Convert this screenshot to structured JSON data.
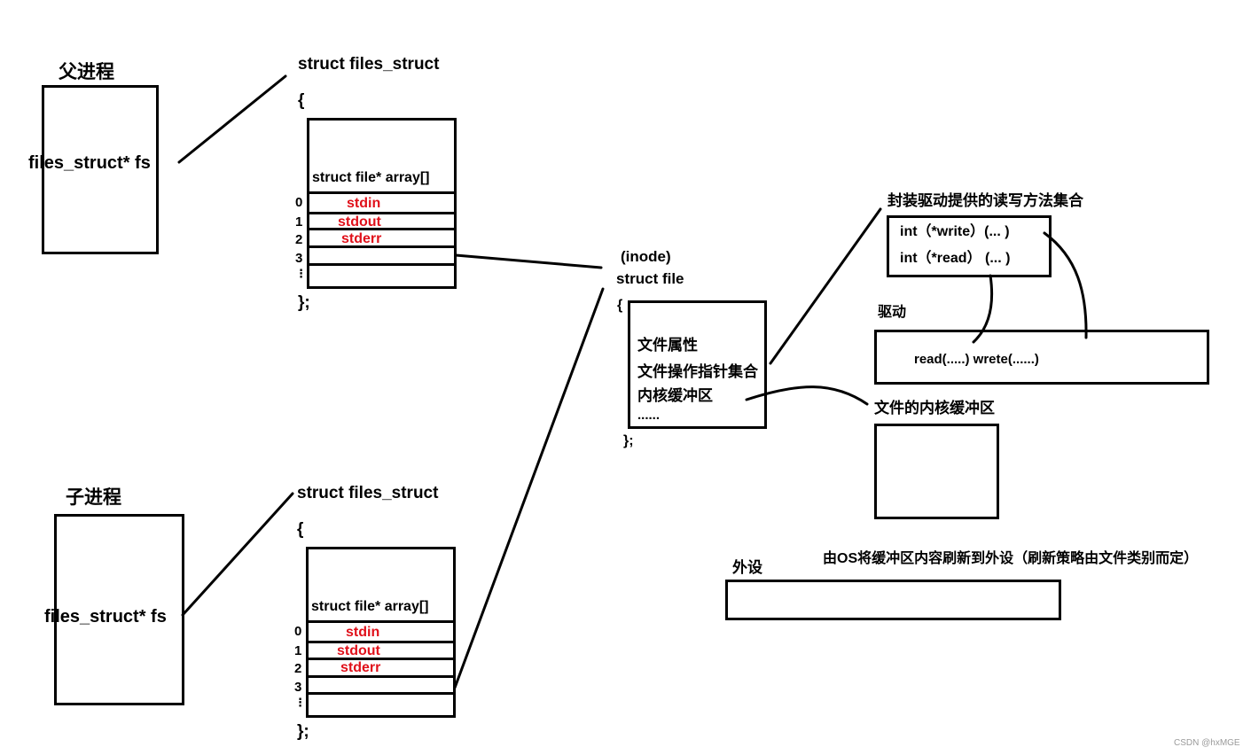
{
  "parent": {
    "title": "父进程",
    "field": "files_struct* fs"
  },
  "child": {
    "title": "子进程",
    "field": "files_struct* fs"
  },
  "files_struct": {
    "header": "struct files_struct",
    "open_brace": "{",
    "array_label": "struct file* array[]",
    "indices": [
      "0",
      "1",
      "2",
      "3",
      "⋮"
    ],
    "entries": [
      "stdin",
      "stdout",
      "stderr"
    ],
    "close_brace": "};"
  },
  "struct_file": {
    "inode": "(inode)",
    "header": "struct file",
    "open_brace": "{",
    "fields": [
      "文件属性",
      "文件操作指针集合",
      "内核缓冲区",
      "......"
    ],
    "close_brace": "};"
  },
  "ops": {
    "title": "封装驱动提供的读写方法集合",
    "write": "int（*write）(... )",
    "read": "int（*read）  (... )"
  },
  "driver": {
    "title": "驱动",
    "content": "read(.....)  wrete(......)"
  },
  "kernel_buffer": {
    "title": "文件的内核缓冲区"
  },
  "device": {
    "title": "外设",
    "note": "由OS将缓冲区内容刷新到外设（刷新策略由文件类别而定）"
  },
  "watermark": "CSDN @hxMGE",
  "colors": {
    "ink": "#000000",
    "red": "#e0101a"
  }
}
